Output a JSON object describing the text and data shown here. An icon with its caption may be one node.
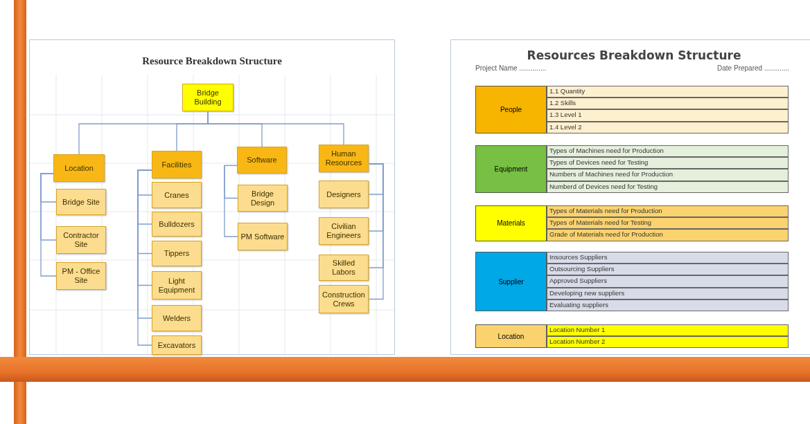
{
  "diagram": {
    "nodes": [
      {
        "text": [
          "Resource Breakdown Structure"
        ]
      },
      {
        "text": [
          "Bridge Building"
        ],
        "in": 0
      },
      {
        "text": [
          "Location"
        ],
        "in": 0
      },
      {
        "text": [
          "Bridge Site"
        ],
        "in": 0
      },
      {
        "text": [
          "Contractor Site"
        ],
        "in": 0
      },
      {
        "text": [
          "PM - Office Site"
        ],
        "in": 0
      },
      {
        "text": [
          "Facilities"
        ],
        "in": 0
      },
      {
        "text": [
          "Cranes"
        ],
        "in": 0
      },
      {
        "text": [
          "Bulldozers"
        ],
        "in": 0
      },
      {
        "text": [
          "Tippers"
        ],
        "in": 0
      },
      {
        "text": [
          "Light Equipment"
        ],
        "in": 0
      },
      {
        "text": [
          "Welders"
        ],
        "in": 0
      },
      {
        "text": [
          "Excavators"
        ],
        "in": 0
      },
      {
        "text": [
          "Software"
        ],
        "in": 0
      },
      {
        "text": [
          "Bridge Design"
        ],
        "in": 0
      },
      {
        "text": [
          "PM Software"
        ],
        "in": 0
      },
      {
        "text": [
          "Human Resources"
        ],
        "in": 0
      },
      {
        "text": [
          "Designers"
        ],
        "in": 0
      },
      {
        "text": [
          "Civilian Engineers"
        ],
        "in": 0
      },
      {
        "text": [
          "Skilled Labors"
        ],
        "in": 0
      },
      {
        "text": [
          "Construction Crews"
        ],
        "in": 0
      },
      {
        "text": [
          "Resources Breakdown Structure"
        ]
      },
      {
        "text": [
          "People"
        ],
        "in": 21
      },
      {
        "text": [
          "1.1 Quantity"
        ],
        "in": 21
      },
      {
        "text": [
          "1.2  Skills"
        ],
        "in": 21
      },
      {
        "text": [
          "1.3 Level 1"
        ],
        "in": 21
      },
      {
        "text": [
          "1.4 Level 2"
        ],
        "in": 21
      },
      {
        "text": [
          "Equipment"
        ],
        "in": 21
      },
      {
        "text": [
          "Types of Machines need  for Production"
        ],
        "in": 21
      },
      {
        "text": [
          "Types of  Devices need for Testing"
        ],
        "in": 21
      },
      {
        "text": [
          "Numbers  of Machines need for Production"
        ],
        "in": 21
      },
      {
        "text": [
          "Numberd of  Devices need for Testing"
        ],
        "in": 21
      },
      {
        "text": [
          "Materials"
        ],
        "in": 21
      },
      {
        "text": [
          "Types of Materials  need  for Production"
        ],
        "in": 21
      },
      {
        "text": [
          "Types of  Materials   need for Testing"
        ],
        "in": 21
      },
      {
        "text": [
          "Grade of Materials   need for Production"
        ],
        "in": 21
      },
      {
        "text": [
          "Supplier"
        ],
        "in": 21
      },
      {
        "text": [
          "Insources Suppliers"
        ],
        "in": 21
      },
      {
        "text": [
          "Outsourcing  Suppliers"
        ],
        "in": 21
      },
      {
        "text": [
          "Approved Suppliers"
        ],
        "in": 21
      },
      {
        "text": [
          "Developing new suppliers"
        ],
        "in": 21
      },
      {
        "text": [
          "Evaluating suppliers"
        ],
        "in": 21
      },
      {
        "text": [
          "Location"
        ],
        "in": 21
      },
      {
        "text": [
          "Location Number 1"
        ],
        "in": 21
      },
      {
        "text": [
          "Location Number 2"
        ],
        "in": 21
      }
    ],
    "edges": [
      {
        "from": 1,
        "to": 2,
        "arrow": "none"
      },
      {
        "from": 1,
        "to": 6,
        "arrow": "none"
      },
      {
        "from": 1,
        "to": 13,
        "arrow": "none"
      },
      {
        "from": 1,
        "to": 16,
        "arrow": "none"
      },
      {
        "from": 2,
        "to": 3,
        "arrow": "none"
      },
      {
        "from": 2,
        "to": 4,
        "arrow": "none"
      },
      {
        "from": 2,
        "to": 5,
        "arrow": "none"
      },
      {
        "from": 6,
        "to": 7,
        "arrow": "none"
      },
      {
        "from": 6,
        "to": 8,
        "arrow": "none"
      },
      {
        "from": 6,
        "to": 9,
        "arrow": "none"
      },
      {
        "from": 6,
        "to": 10,
        "arrow": "none"
      },
      {
        "from": 6,
        "to": 11,
        "arrow": "none"
      },
      {
        "from": 6,
        "to": 12,
        "arrow": "none"
      },
      {
        "from": 13,
        "to": 14,
        "arrow": "none"
      },
      {
        "from": 13,
        "to": 15,
        "arrow": "none"
      },
      {
        "from": 16,
        "to": 17,
        "arrow": "none"
      },
      {
        "from": 16,
        "to": 18,
        "arrow": "none"
      },
      {
        "from": 16,
        "to": 19,
        "arrow": "none"
      },
      {
        "from": 16,
        "to": 20,
        "arrow": "none"
      }
    ],
    "labels": [
      "Project Name ..............",
      "Date Prepared ............."
    ]
  }
}
